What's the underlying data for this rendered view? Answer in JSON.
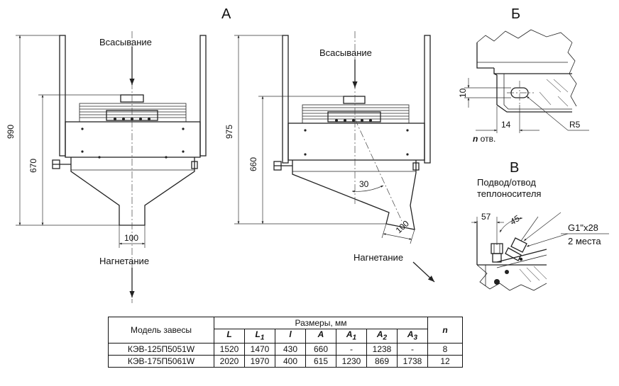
{
  "views": {
    "a_label": "А",
    "b_label": "Б",
    "v_label": "В"
  },
  "view_a_left": {
    "suction": "Всасывание",
    "discharge": "Нагнетание",
    "dim_height": "990",
    "dim_mid": "670",
    "dim_nozzle": "100"
  },
  "view_a_right": {
    "suction": "Всасывание",
    "discharge": "Нагнетание",
    "dim_height": "975",
    "dim_mid": "660",
    "dim_angle": "30",
    "dim_nozzle": "100"
  },
  "view_b": {
    "dim_vertical": "10",
    "dim_horizontal": "14",
    "radius": "R5",
    "holes_n": "n",
    "holes_suffix": " отв."
  },
  "view_v": {
    "title_line1": "Подвод/отвод",
    "title_line2": "теплоносителя",
    "dim_57": "57",
    "dim_45": "45",
    "thread": "G1\"x28",
    "count": "2 места"
  },
  "table": {
    "model_header": "Модель завесы",
    "sizes_header": "Размеры, мм",
    "n_header": "n",
    "columns": [
      {
        "sym": "L",
        "sub": ""
      },
      {
        "sym": "L",
        "sub": "1"
      },
      {
        "sym": "l",
        "sub": ""
      },
      {
        "sym": "A",
        "sub": ""
      },
      {
        "sym": "A",
        "sub": "1"
      },
      {
        "sym": "A",
        "sub": "2"
      },
      {
        "sym": "A",
        "sub": "3"
      }
    ],
    "rows": [
      {
        "model": "КЭВ-125П5051W",
        "values": [
          "1520",
          "1470",
          "430",
          "660",
          "-",
          "1238",
          "-"
        ],
        "n": "8"
      },
      {
        "model": "КЭВ-175П5061W",
        "values": [
          "2020",
          "1970",
          "400",
          "615",
          "1230",
          "869",
          "1738"
        ],
        "n": "12"
      }
    ]
  }
}
